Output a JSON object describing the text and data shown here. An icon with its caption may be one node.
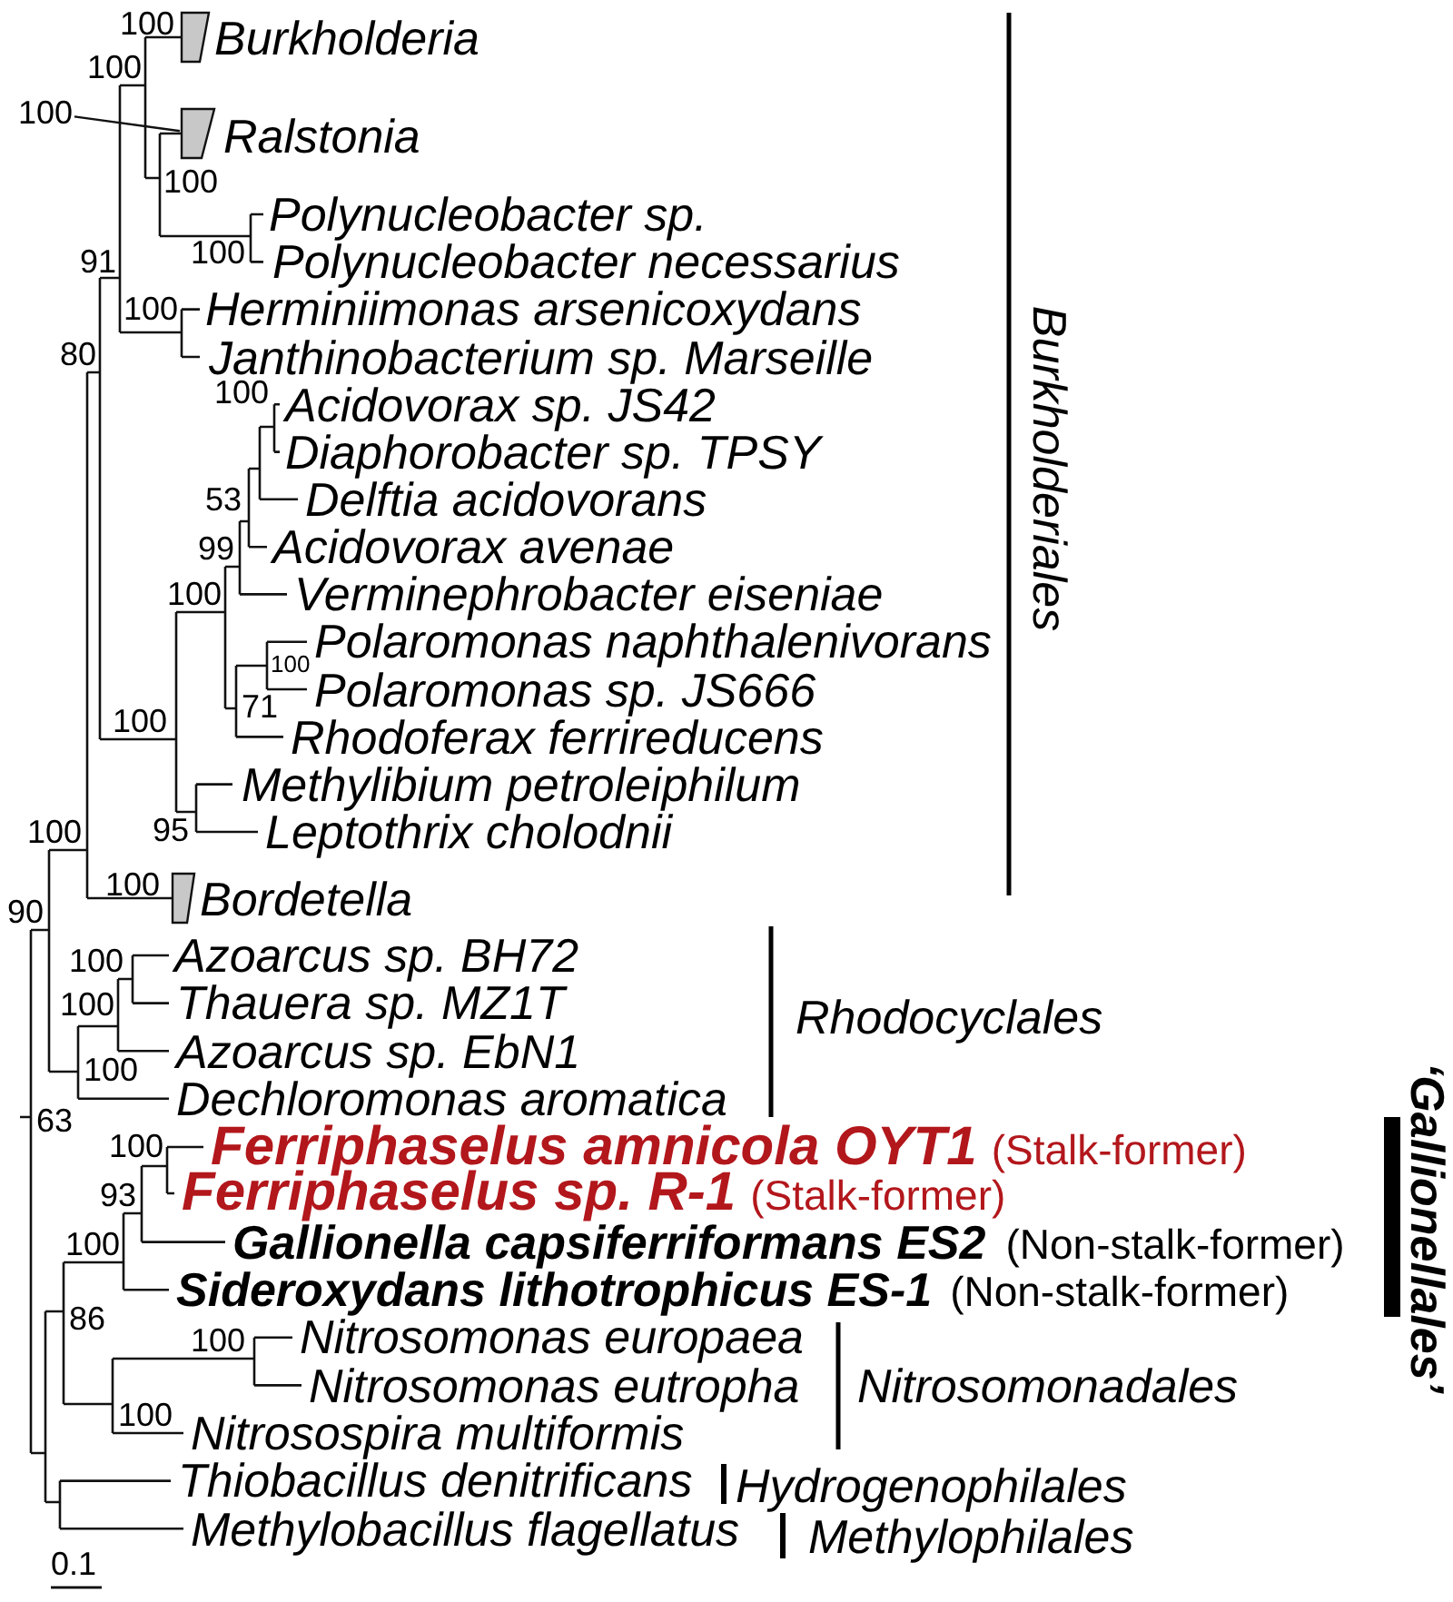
{
  "diagram": {
    "nodes": [
      {
        "text": [
          "100"
        ]
      },
      {
        "text": [],
        "shape": "trapezoid"
      }
    ],
    "edges": [
      {
        "from": 0,
        "to": 1,
        "arrow": "none"
      }
    ],
    "labels": [
      "100",
      "Burkholderia",
      "100",
      "Ralstonia",
      "100",
      "Polynucleobacter sp.",
      "91",
      "100",
      "Polynucleobacter necessarius",
      "100",
      "Herminiimonas arsenicoxydans",
      "80",
      "Janthinobacterium sp. Marseille",
      "100",
      "Acidovorax sp. JS42",
      "Diaphorobacter sp. TPSY",
      "Burkholderiales",
      "53",
      "Delftia acidovorans",
      "99",
      "Acidovorax avenae",
      "100",
      "Verminephrobacter eiseniae",
      "Polaromonas naphthalenivorans",
      "100",
      "71",
      "Polaromonas sp. JS666",
      "100",
      "Rhodoferax ferrireducens",
      "Methylibium petroleiphilum",
      "100",
      "95",
      "Leptothrix cholodnii",
      "100",
      "90",
      "Bordetella",
      "100",
      "Azoarcus sp. BH72",
      "100",
      "Thauera sp. MZ1T",
      "Rhodocyclales",
      "Azoarcus sp. EbN1",
      "100",
      "Dechloromonas aromatica",
      "63",
      "100",
      "Ferriphaselus amnicola OYT1",
      "(Stalk-former)",
      "93",
      "Ferriphaselus sp. R-1",
      "(Stalk-former)",
      "‘Gallionellales’",
      "100",
      "Gallionella capsiferriformans ES2",
      "(Non-stalk-former)",
      "Sideroxydans lithotrophicus ES-1",
      "(Non-stalk-former)",
      "86",
      "100",
      "Nitrosomonas europaea",
      "Nitrosomonas eutropha",
      "Nitrosomonadales",
      "100",
      "Nitrosospira multiformis",
      "Thiobacillus denitrificans",
      "Hydrogenophilales",
      "Methylobacillus flagellatus",
      "Methylophilales",
      "0.1"
    ]
  }
}
